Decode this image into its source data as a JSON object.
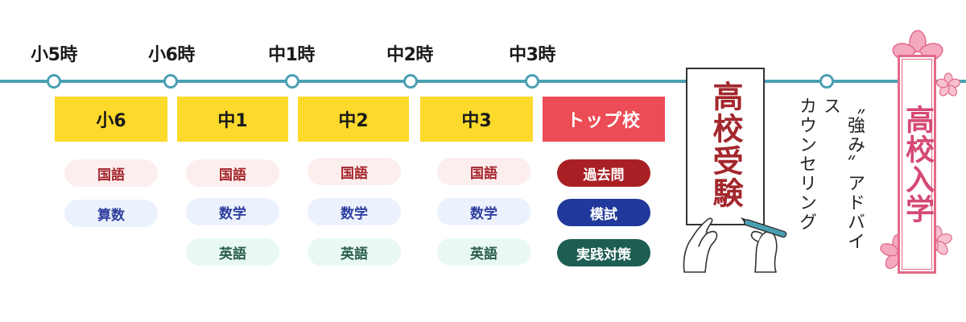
{
  "timeline": {
    "labels": [
      "小5時",
      "小6時",
      "中1時",
      "中2時",
      "中3時"
    ]
  },
  "columns": [
    {
      "header": "小6",
      "subjects": [
        "国語",
        "算数"
      ]
    },
    {
      "header": "中1",
      "subjects": [
        "国語",
        "数学",
        "英語"
      ]
    },
    {
      "header": "中2",
      "subjects": [
        "国語",
        "数学",
        "英語"
      ]
    },
    {
      "header": "中3",
      "subjects": [
        "国語",
        "数学",
        "英語"
      ]
    },
    {
      "header": "トップ校",
      "subjects": [
        "過去問",
        "模試",
        "実践対策"
      ]
    }
  ],
  "exam": {
    "text": "高校受験"
  },
  "advice": {
    "line1": "〝強み〟アドバイス",
    "line2": "カウンセリング"
  },
  "entry": {
    "text": "高校入学"
  },
  "colors": {
    "timeline": "#4aa0b2",
    "yellow": "#fdd92b",
    "red": "#ec4c55",
    "pink": "#e26a88"
  }
}
